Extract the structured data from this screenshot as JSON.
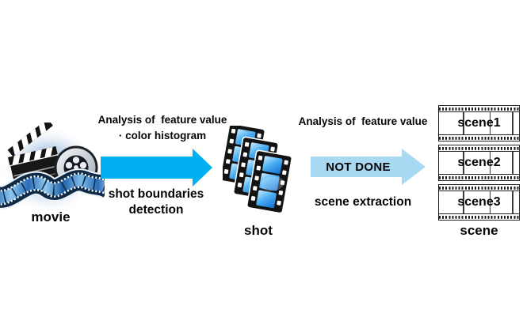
{
  "canvas": {
    "background": "#ffffff"
  },
  "movie": {
    "label": "movie",
    "icon": "movie-reel-clapperboard-icon"
  },
  "step1": {
    "title": "Analysis of  feature value",
    "bullet": "· color histogram",
    "caption_line1": "shot boundaries",
    "caption_line2": "detection",
    "arrow_color": "#00b0f0"
  },
  "shot": {
    "label": "shot",
    "icon": "film-strips-icon"
  },
  "step2": {
    "title": "Analysis of  feature value",
    "arrow_label": "NOT DONE",
    "caption": "scene extraction",
    "arrow_color": "#a9d9f2"
  },
  "scene": {
    "label": "scene",
    "icon": "film-strip-rows-icon",
    "strips": [
      {
        "label": "scene1"
      },
      {
        "label": "scene2"
      },
      {
        "label": "scene3"
      }
    ]
  }
}
